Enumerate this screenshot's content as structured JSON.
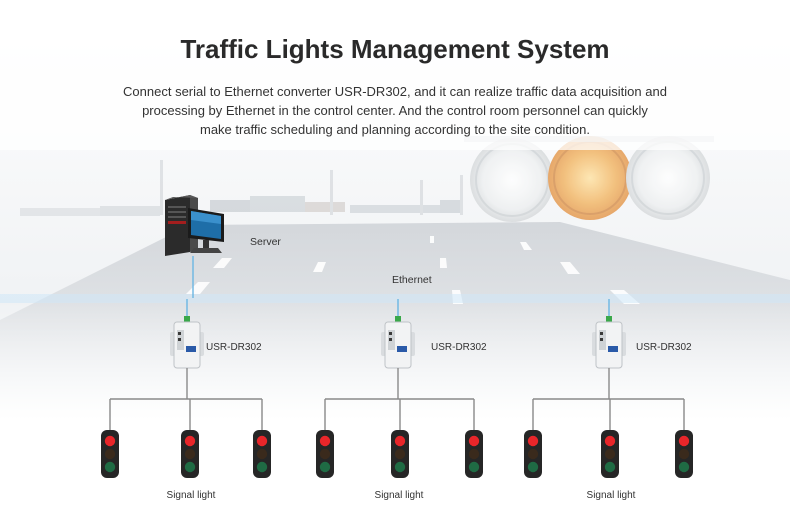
{
  "header": {
    "title": "Traffic Lights Management System",
    "description_lines": [
      "Connect serial to Ethernet converter USR-DR302, and it can realize traffic data acquisition and",
      "processing by Ethernet in the control center. And the control room personnel can quickly",
      "make traffic scheduling and planning according to the site condition."
    ]
  },
  "diagram": {
    "server_label": "Server",
    "network_label": "Ethernet",
    "devices": [
      {
        "label": "USR-DR302",
        "signal_label": "Signal light"
      },
      {
        "label": "USR-DR302",
        "signal_label": "Signal light"
      },
      {
        "label": "USR-DR302",
        "signal_label": "Signal light"
      }
    ],
    "colors": {
      "ethernet_line": "#7ec3ea",
      "wire": "#8a8a8a",
      "light_red": "#e8262a",
      "light_yellow": "#3a2a1c",
      "light_green": "#1f6b44",
      "light_housing": "#262626"
    }
  }
}
